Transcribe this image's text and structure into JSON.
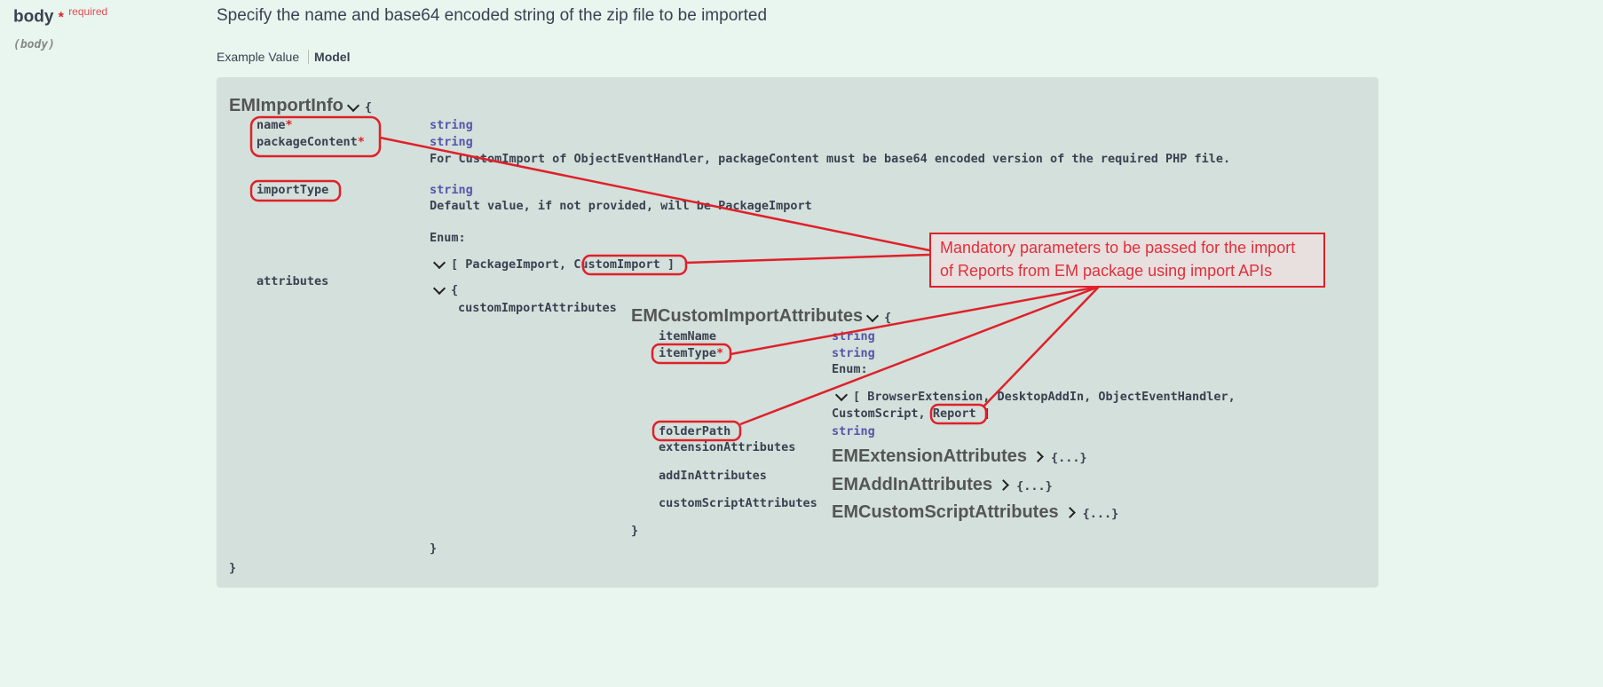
{
  "param": {
    "name": "body",
    "star": "*",
    "required": "required",
    "in": "(body)"
  },
  "description": "Specify the name and base64 encoded string of the zip file to be imported",
  "tabs": {
    "example": "Example Value",
    "model": "Model"
  },
  "model": {
    "title": "EMImportInfo",
    "open": "{",
    "close": "}",
    "name": "name",
    "packageContent": "packageContent",
    "asterisk": "*",
    "string": "string",
    "packageContentDesc": "For CustomImport of ObjectEventHandler, packageContent must be base64 encoded version of the required PHP file.",
    "importType": "importType",
    "importTypeDesc": "Default value, if not provided, will be PackageImport",
    "enumLabel": "Enum:",
    "importEnumA": "[ PackageImport,",
    "importEnumB": "CustomImport",
    "importEnumC": "]",
    "attributes": "attributes",
    "customImportAttributes": "customImportAttributes",
    "sub": {
      "title": "EMCustomImportAttributes",
      "itemName": "itemName",
      "itemType": "itemType",
      "enumLine1": "[ BrowserExtension, DesktopAddIn, ObjectEventHandler,",
      "enumLine2a": "CustomScript,",
      "enumLine2b": "Report",
      "enumLine2c": "]",
      "folderPath": "folderPath",
      "extensionAttributes": "extensionAttributes",
      "extTitle": "EMExtensionAttributes",
      "addInAttributes": "addInAttributes",
      "addInTitle": "EMAddInAttributes",
      "customScriptAttributes": "customScriptAttributes",
      "customScriptTitle": "EMCustomScriptAttributes",
      "collapsed": "{...}"
    }
  },
  "callout": {
    "line1": "Mandatory parameters to be passed for the import",
    "line2": "of Reports from EM package using import APIs"
  },
  "colors": {
    "accent": "#e0202a",
    "background": "#e8f6ef",
    "modelBox": "#d3e0db"
  }
}
